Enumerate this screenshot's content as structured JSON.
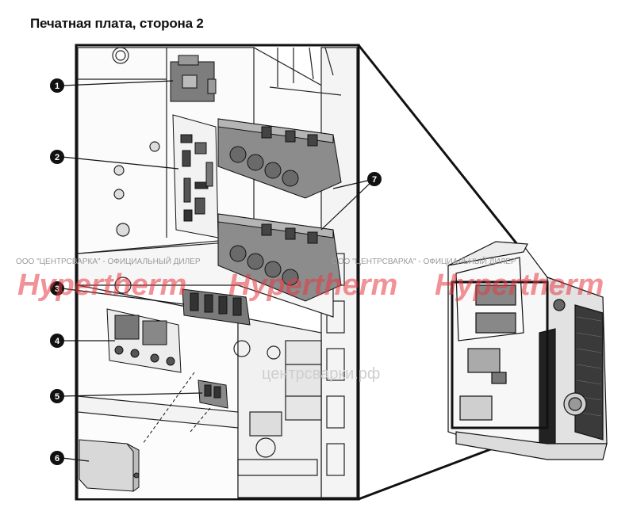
{
  "title": "Печатная плата, сторона 2",
  "callouts": [
    {
      "id": "1",
      "label": "1"
    },
    {
      "id": "2",
      "label": "2"
    },
    {
      "id": "3",
      "label": "3"
    },
    {
      "id": "4",
      "label": "4"
    },
    {
      "id": "5",
      "label": "5"
    },
    {
      "id": "6",
      "label": "6"
    },
    {
      "id": "7",
      "label": "7"
    }
  ],
  "watermark": {
    "dealer_text_left": "ООО \"ЦЕНТРСВАРКА\" - ОФИЦИАЛЬНЫЙ ДИЛЕР",
    "dealer_text_right": "ООО \"ЦЕНТРСВАРКА\" - ОФИЦИАЛЬНЫЙ ДИЛЕР",
    "brand_1": "Hypertherm",
    "brand_2": "Hypertherm",
    "brand_3": "Hypertherm",
    "site": "центрсварки.рф"
  },
  "colors": {
    "outline": "#111111",
    "panel_gray": "#8a8a8a",
    "light_gray": "#d4d4d4",
    "callout_fill": "#111111",
    "brand_red": "#e8363f"
  }
}
